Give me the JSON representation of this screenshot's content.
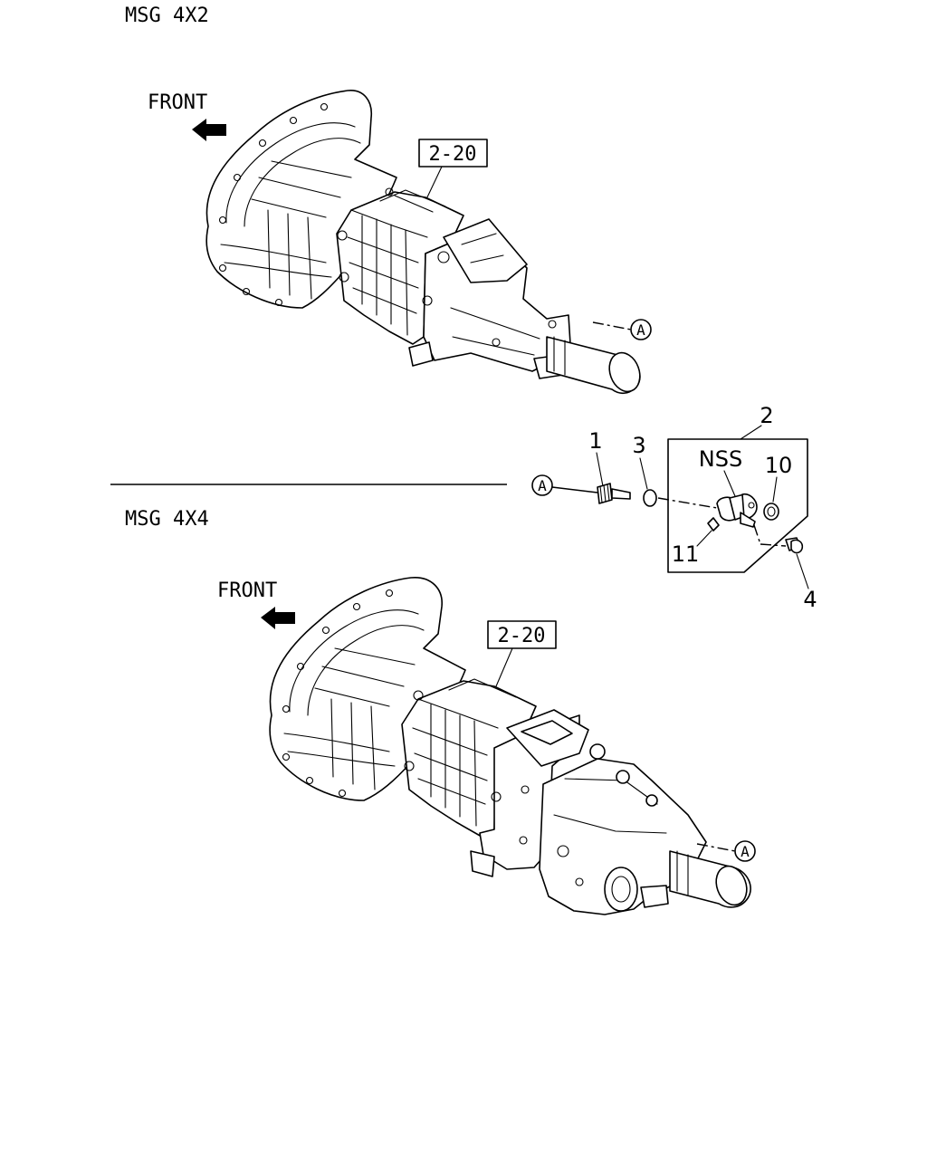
{
  "sections": {
    "top_title": "MSG 4X2",
    "bottom_title": "MSG 4X4"
  },
  "direction": {
    "top_front": "FRONT",
    "bottom_front": "FRONT"
  },
  "references": {
    "top_ref_box": "2-20",
    "bottom_ref_box": "2-20",
    "callout_letter": "A"
  },
  "parts": {
    "part_1": "1",
    "part_2": "2",
    "part_3": "3",
    "part_4": "4",
    "part_10": "10",
    "part_11": "11",
    "nss": "NSS"
  }
}
